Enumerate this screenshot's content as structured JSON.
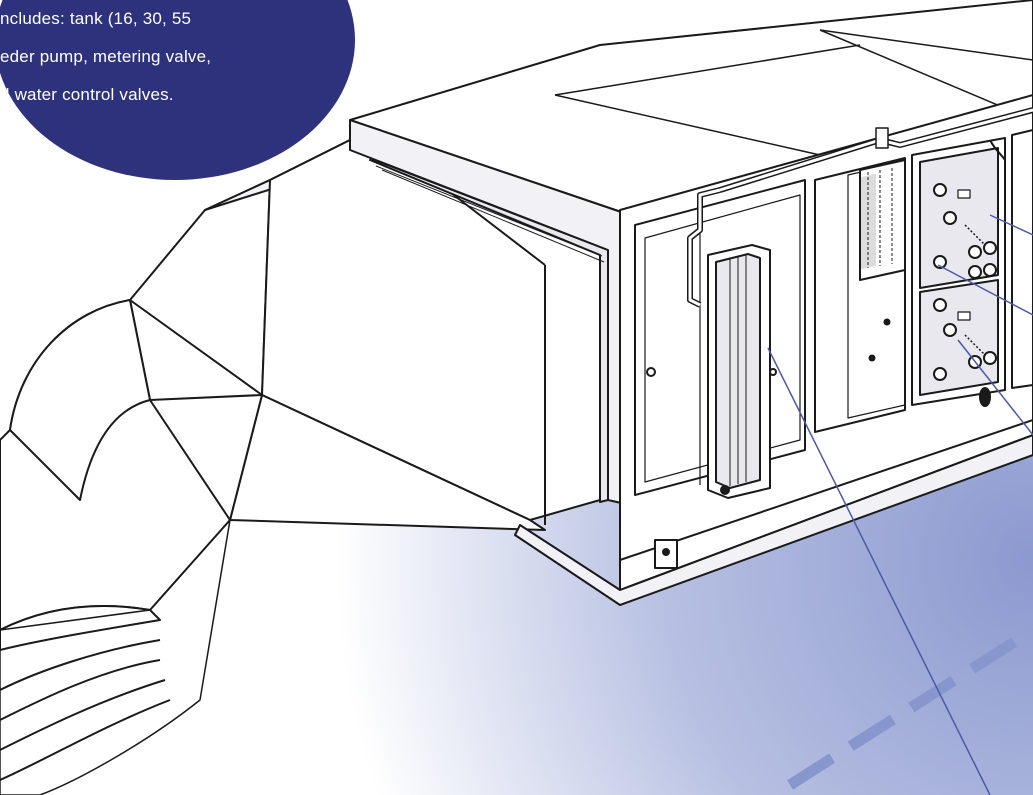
{
  "callout": {
    "lines": [
      "ncludes: tank (16, 30, 55",
      "eder pump, metering valve,",
      "d water control valves."
    ]
  },
  "colors": {
    "callout_fill": "#2e327d",
    "background_gradient": "#8c99cf",
    "leader_line": "#4a5aa8",
    "dashed_line": "#8796cc",
    "outline": "#1a1a1a"
  }
}
